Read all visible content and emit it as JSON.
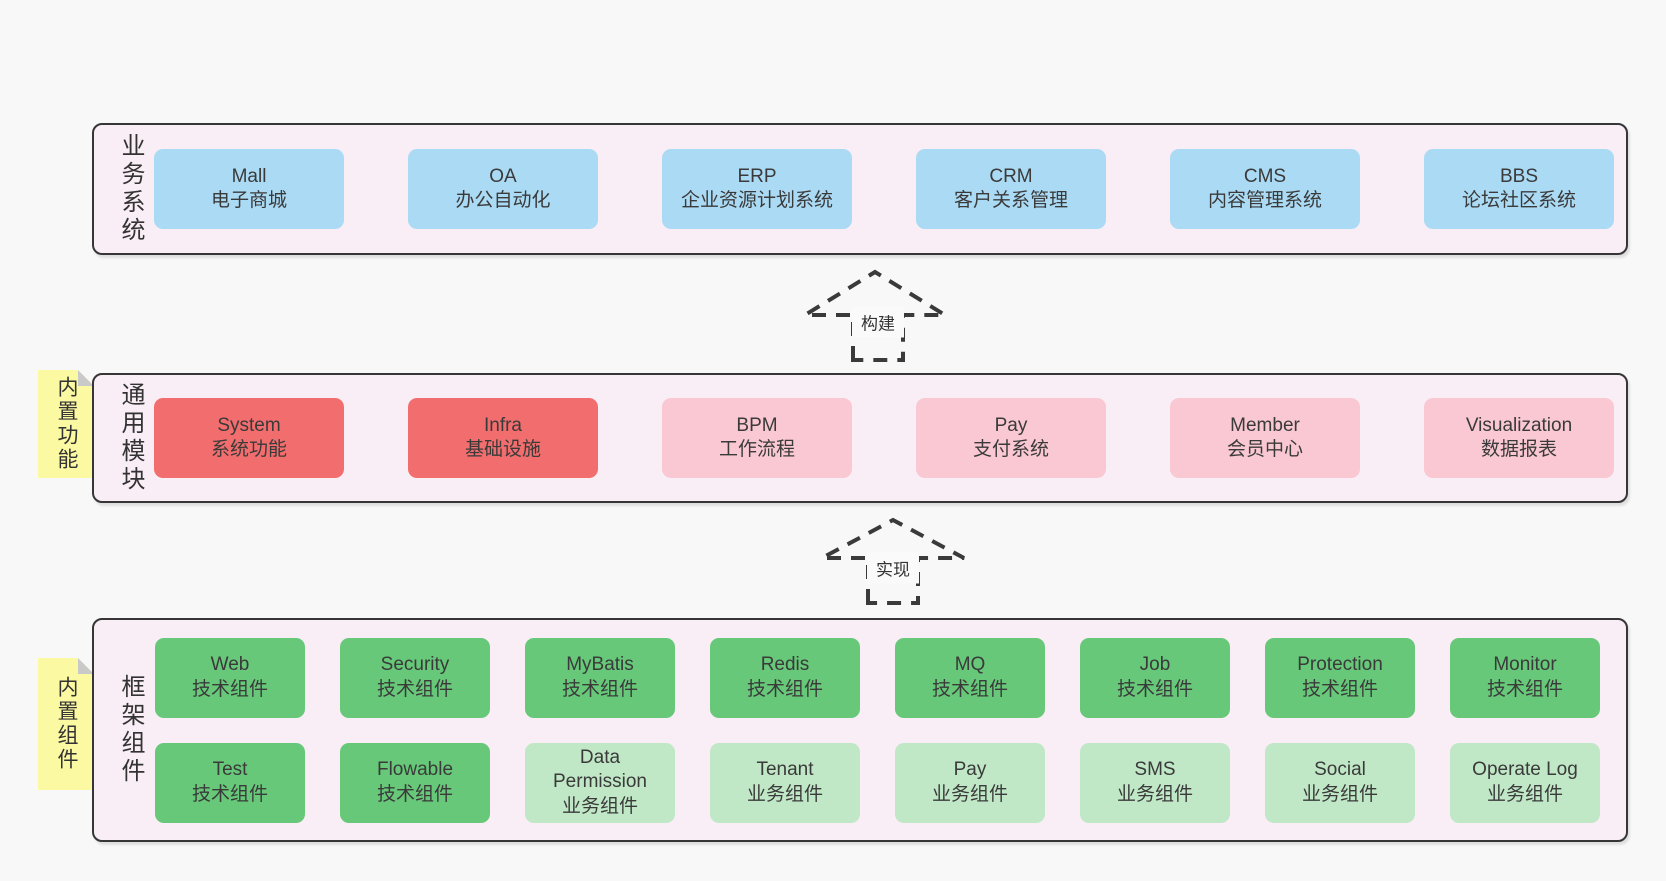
{
  "colors": {
    "page_bg": "#f8f8f8",
    "panel_bg": "#f9edf6",
    "panel_border": "#363636",
    "blue": "#abdaf4",
    "red": "#f26d6d",
    "pink": "#f9c8d2",
    "green": "#66c878",
    "light_green": "#c0e8c6",
    "note_yellow": "#fbf9a2",
    "fold_gray": "#c9c9c9",
    "text": "#383838"
  },
  "arrows": [
    {
      "label": "构建"
    },
    {
      "label": "实现"
    }
  ],
  "layers": {
    "business": {
      "label": "业务系统",
      "boxes": [
        {
          "en": "Mall",
          "zh": "电子商城"
        },
        {
          "en": "OA",
          "zh": "办公自动化"
        },
        {
          "en": "ERP",
          "zh": "企业资源计划系统"
        },
        {
          "en": "CRM",
          "zh": "客户关系管理"
        },
        {
          "en": "CMS",
          "zh": "内容管理系统"
        },
        {
          "en": "BBS",
          "zh": "论坛社区系统"
        }
      ]
    },
    "modules": {
      "label": "通用模块",
      "note": "内置功能",
      "boxes": [
        {
          "en": "System",
          "zh": "系统功能"
        },
        {
          "en": "Infra",
          "zh": "基础设施"
        },
        {
          "en": "BPM",
          "zh": "工作流程"
        },
        {
          "en": "Pay",
          "zh": "支付系统"
        },
        {
          "en": "Member",
          "zh": "会员中心"
        },
        {
          "en": "Visualization",
          "zh": "数据报表"
        }
      ]
    },
    "components": {
      "label": "框架组件",
      "note": "内置组件",
      "row1": [
        {
          "en": "Web",
          "zh": "技术组件"
        },
        {
          "en": "Security",
          "zh": "技术组件"
        },
        {
          "en": "MyBatis",
          "zh": "技术组件"
        },
        {
          "en": "Redis",
          "zh": "技术组件"
        },
        {
          "en": "MQ",
          "zh": "技术组件"
        },
        {
          "en": "Job",
          "zh": "技术组件"
        },
        {
          "en": "Protection",
          "zh": "技术组件"
        },
        {
          "en": "Monitor",
          "zh": "技术组件"
        }
      ],
      "row2": [
        {
          "en": "Test",
          "zh": "技术组件"
        },
        {
          "en": "Flowable",
          "zh": "技术组件"
        },
        {
          "en": "Data Permission",
          "zh": "业务组件"
        },
        {
          "en": "Tenant",
          "zh": "业务组件"
        },
        {
          "en": "Pay",
          "zh": "业务组件"
        },
        {
          "en": "SMS",
          "zh": "业务组件"
        },
        {
          "en": "Social",
          "zh": "业务组件"
        },
        {
          "en": "Operate Log",
          "zh": "业务组件"
        }
      ]
    }
  }
}
